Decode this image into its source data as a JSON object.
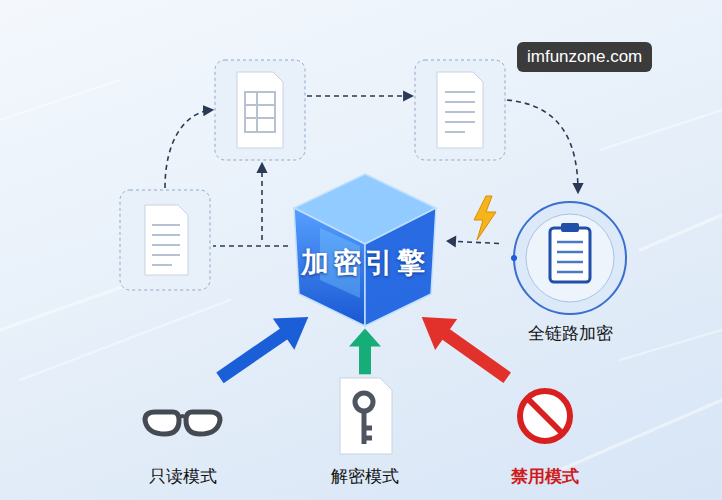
{
  "diagram": {
    "nodes": [
      {
        "text": [
          "加密引擎"
        ]
      },
      {
        "text": [
          "全链路加密"
        ]
      },
      {
        "text": [
          "只读模式"
        ]
      },
      {
        "text": [
          "解密模式"
        ]
      },
      {
        "text": [
          "禁用模式"
        ]
      }
    ],
    "edges": [
      {
        "from": 1,
        "to": 0,
        "arrow": "to"
      },
      {
        "from": 2,
        "to": 0,
        "arrow": "to"
      },
      {
        "from": 3,
        "to": 0,
        "arrow": "to"
      },
      {
        "from": 4,
        "to": 0,
        "arrow": "to"
      }
    ],
    "labels": [
      "imfunzone.com"
    ]
  }
}
